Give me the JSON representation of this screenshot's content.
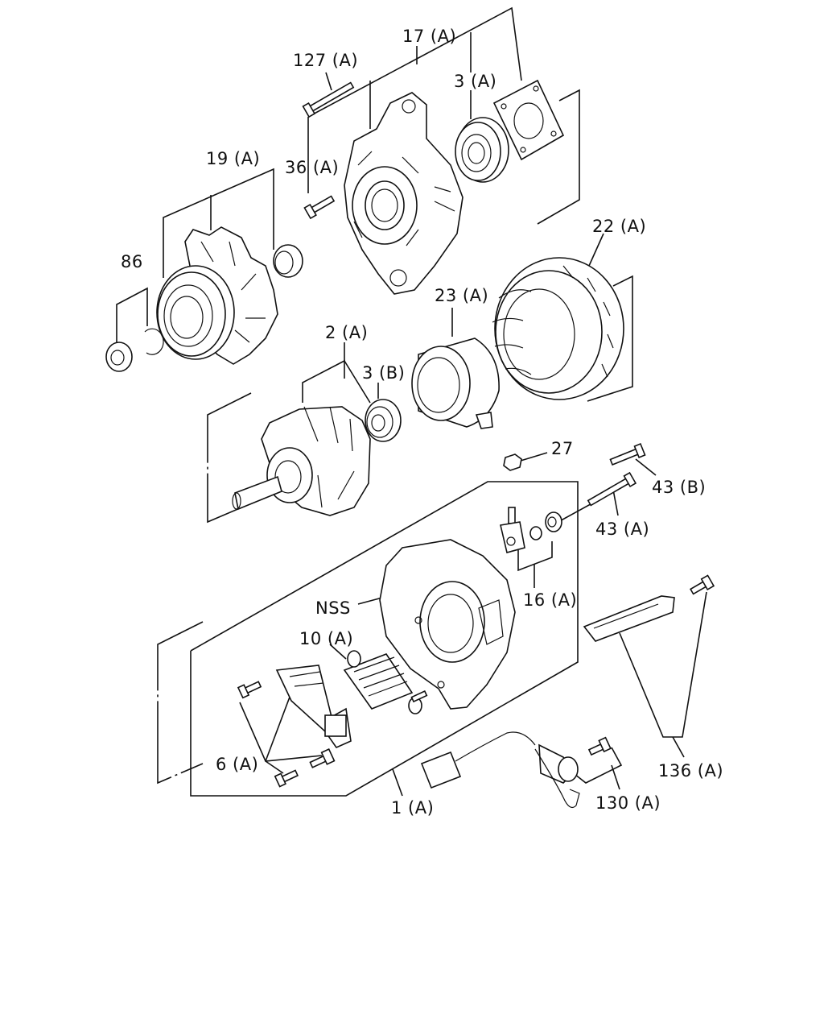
{
  "callouts": {
    "c17a": "17 (A)",
    "c127a": "127 (A)",
    "c3a": "3 (A)",
    "c36a": "36 (A)",
    "c19a": "19 (A)",
    "c86": "86",
    "c22a": "22 (A)",
    "c23a": "23 (A)",
    "c2a": "2 (A)",
    "c3b": "3 (B)",
    "c27": "27",
    "c43b": "43 (B)",
    "c43a": "43 (A)",
    "cnss": "NSS",
    "c16a": "16 (A)",
    "c10a": "10 (A)",
    "c6a": "6 (A)",
    "c1a": "1 (A)",
    "c136a": "136 (A)",
    "c130a": "130 (A)"
  }
}
